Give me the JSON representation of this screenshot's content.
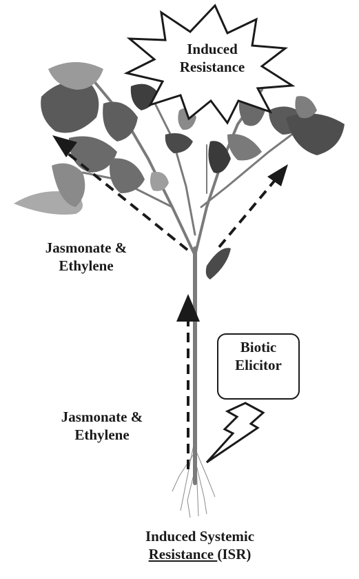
{
  "burst": {
    "line1": "Induced",
    "line2": "Resistance"
  },
  "upper_hormones": {
    "line1": "Jasmonate &",
    "line2": "Ethylene"
  },
  "lower_hormones": {
    "line1": "Jasmonate &",
    "line2": "Ethylene"
  },
  "elicitor": {
    "line1": "Biotic",
    "line2": "Elicitor"
  },
  "caption": {
    "line1": "Induced Systemic",
    "line2_underlined": "Resistance ",
    "line2_rest": "(ISR)"
  },
  "colors": {
    "ink": "#1a1a1a",
    "leaf_dark": "#4a4a4a",
    "leaf_light": "#9a9a9a",
    "stem": "#7a7a7a"
  }
}
